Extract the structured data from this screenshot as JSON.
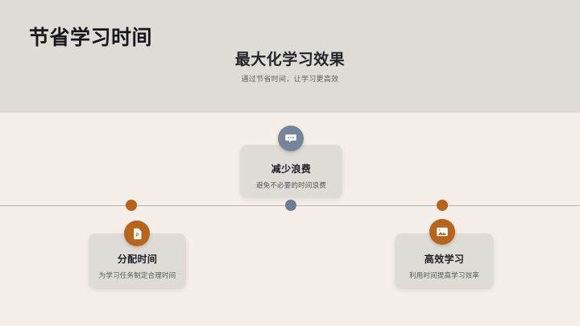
{
  "slide": {
    "title": "节省学习时间",
    "background_color": "#f6efe9",
    "header_color": "#dfdcd7",
    "accent_orange": "#b5651d",
    "accent_slate": "#77859a",
    "card_color": "#dfdcd8"
  },
  "center_heading": {
    "title": "最大化学习效果",
    "subtitle": "通过节省时间，让学习更高效"
  },
  "timeline": {
    "dots": [
      {
        "name": "timeline-dot-1",
        "color": "#b5651d"
      },
      {
        "name": "timeline-dot-2",
        "color": "#6f7d92"
      },
      {
        "name": "timeline-dot-3",
        "color": "#b5651d"
      }
    ]
  },
  "cards": [
    {
      "title": "分配时间",
      "desc": "为学习任务制定合理时间",
      "icon": "document-icon",
      "icon_color": "#b5651d",
      "position": "left-below"
    },
    {
      "title": "减少浪费",
      "desc": "避免不必要的时间浪费",
      "icon": "chat-bubble-icon",
      "icon_color": "#77859a",
      "position": "center-above"
    },
    {
      "title": "高效学习",
      "desc": "利用时间提高学习效率",
      "icon": "image-icon",
      "icon_color": "#b5651d",
      "position": "right-below"
    }
  ]
}
